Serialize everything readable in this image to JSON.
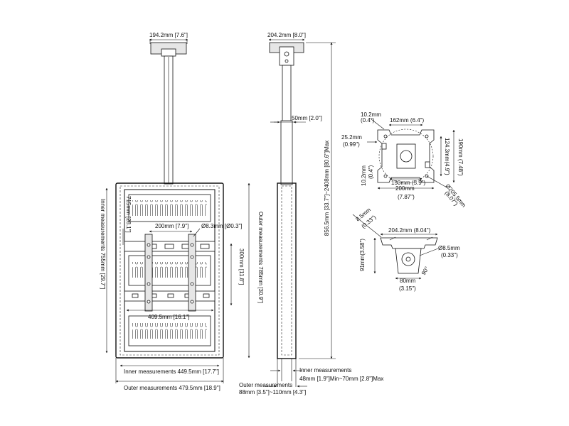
{
  "front_view": {
    "top_plate_width": "194.2mm [7.6\"]",
    "inner_height": "Inner measurements 755mm [29.7\"]",
    "dim_715": "715mm [28.1\"]",
    "dim_200": "200mm [7.9\"]",
    "hole": "Ø8.3mm [Ø0.3\"]",
    "dim_300": "300mm [11.8\"]",
    "dim_409": "409.5mm [16.1\"]",
    "outer_height": "Outer measurements 785mm [30.9\"]",
    "inner_width": "Inner measurements 449.5mm [17.7\"]",
    "outer_width": "Outer measurements 479.5mm [18.9\"]"
  },
  "side_view": {
    "top_plate_width": "204.2mm [8.0\"]",
    "pole": "50mm [2.0\"]",
    "total_height": "856.5mm [33.7\"]~2408mm [80.6\"]Max",
    "inner_label": "Inner measurements",
    "inner_value": "48mm [1.9\"]Min~70mm [2.8\"]Max",
    "outer_label": "Outer measurements",
    "outer_value": "88mm [3.5\"]~110mm [4.3\"]"
  },
  "plate_view": {
    "d10_2_mm": "10.2mm",
    "d10_2_in": "(0.4\")",
    "d162": "162mm (6.4\")",
    "d25_2_mm": "25.2mm",
    "d25_2_in": "(0.99\")",
    "d190": "190mm  (7.48\")",
    "d124": "124.3mm(4.9\")",
    "d10_2b_mm": "10.2mm",
    "d10_2b_in": "(0.4\")",
    "d150": "150mm (5.9\")",
    "d200_mm": "200mm",
    "d200_in": "(7.87\")",
    "d205": "Ø205.5mm",
    "d205_in": "(8.07\")"
  },
  "bracket_view": {
    "d8_5a_mm": "8.5mm",
    "d8_5a_in": "(0.33\")",
    "d204": "204.2mm (8.04\")",
    "d91": "91mm(3.58\")",
    "d8_5b_mm": "Ø8.5mm",
    "d8_5b_in": "(0.33\")",
    "d90": "90°",
    "d80_mm": "80mm",
    "d80_in": "(3.15\")"
  }
}
